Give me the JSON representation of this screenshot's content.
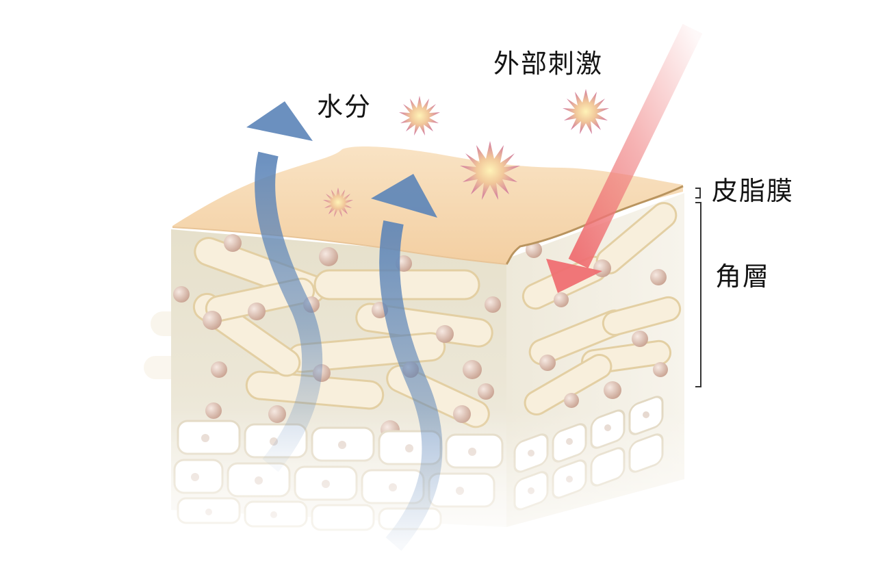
{
  "labels": {
    "water": "水分",
    "external_stimuli": "外部刺激",
    "sebum_film": "皮脂膜",
    "stratum_corneum": "角層"
  },
  "colors": {
    "sebum": "#f7d9b4",
    "sebum_edge": "#b9945f",
    "stratum": "#ece7d6",
    "cell_rod": "#f8efdc",
    "granule": "#d8b6a4",
    "water_arrow": "#5b84b8",
    "stimulus_arrow": "#ef7f80",
    "stimulus_particle": "#c8709c",
    "bracket": "#333333"
  },
  "icons": {
    "water": "upward-curved-arrow-icon",
    "stimulus": "starburst-particle-icon"
  }
}
